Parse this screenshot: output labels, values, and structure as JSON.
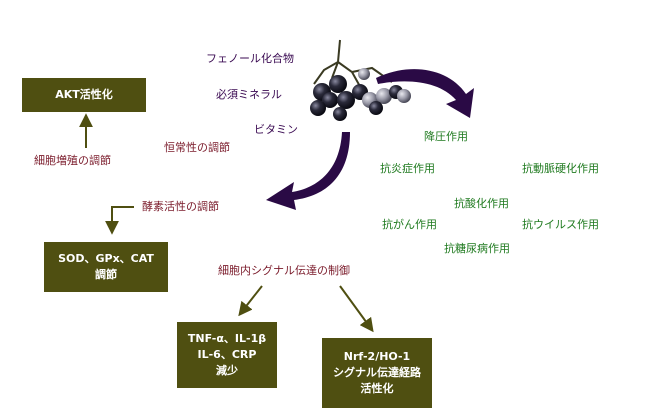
{
  "compounds": {
    "phenol": "フェノール化合物",
    "minerals": "必須ミネラル",
    "vitamins": "ビタミン"
  },
  "left_effects": {
    "cell_proliferation": "細胞増殖の調節",
    "homeostasis": "恒常性の調節",
    "enzyme_activity": "酵素活性の調節",
    "signaling": "細胞内シグナル伝達の制御"
  },
  "boxes": {
    "akt": "AKT活性化",
    "sod": "SOD、GPx、CAT\n調節",
    "tnf": "TNF-α、IL-1β\nIL-6、CRP\n減少",
    "nrf": "Nrf-2/HO-1\nシグナル伝達経路\n活性化"
  },
  "right_effects": {
    "antihypertensive": "降圧作用",
    "anti_inflammatory": "抗炎症作用",
    "anti_atherosclerotic": "抗動脈硬化作用",
    "antioxidant": "抗酸化作用",
    "anticancer": "抗がん作用",
    "antiviral": "抗ウイルス作用",
    "antidiabetic": "抗糖尿病作用"
  },
  "colors": {
    "box_fill": "#4f4f11",
    "compound_text": "#3a0a52",
    "regulation_text": "#7a1a2a",
    "effect_text": "#1f7a1f",
    "thin_arrow": "#4f4f11",
    "curved_arrow": "#2a0a45"
  }
}
